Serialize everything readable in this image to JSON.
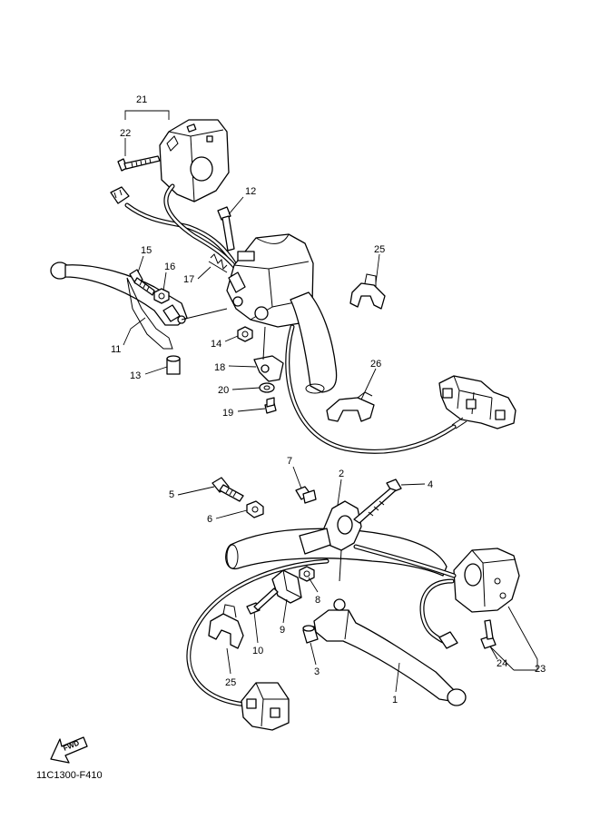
{
  "diagram_code": "11C1300-F410",
  "fwd_label": "FWD",
  "callouts": {
    "c1": "1",
    "c2": "2",
    "c3": "3",
    "c4": "4",
    "c5": "5",
    "c6": "6",
    "c7": "7",
    "c8": "8",
    "c9": "9",
    "c10": "10",
    "c11": "11",
    "c12": "12",
    "c13": "13",
    "c14": "14",
    "c15": "15",
    "c16": "16",
    "c17": "17",
    "c18": "18",
    "c19": "19",
    "c20": "20",
    "c21": "21",
    "c22": "22",
    "c23": "23",
    "c24": "24",
    "c25a": "25",
    "c25b": "25",
    "c26": "26"
  }
}
